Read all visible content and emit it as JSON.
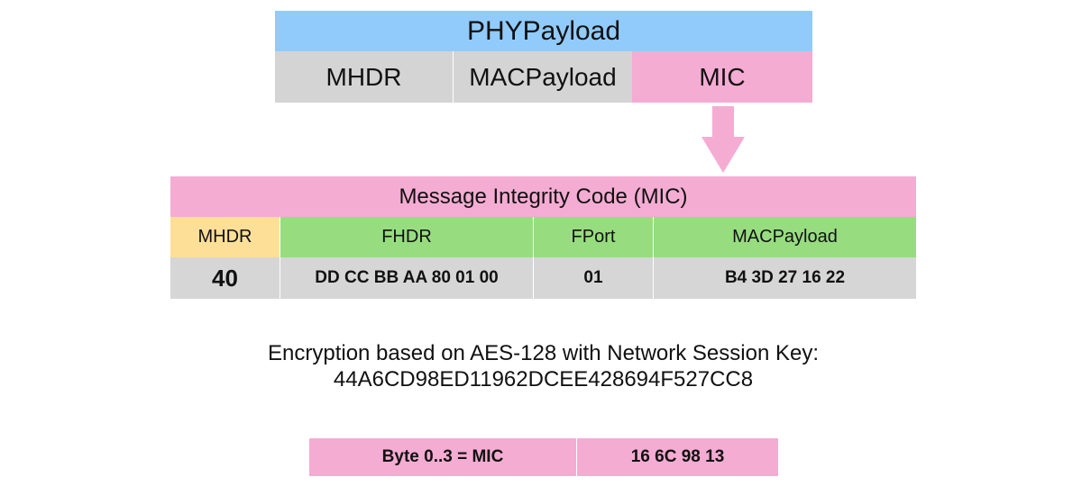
{
  "phy_payload": {
    "title": "PHYPayload",
    "fields": {
      "mhdr": "MHDR",
      "macpayload": "MACPayload",
      "mic": "MIC"
    }
  },
  "mic_table": {
    "title": "Message Integrity Code (MIC)",
    "headers": {
      "mhdr": "MHDR",
      "fhdr": "FHDR",
      "fport": "FPort",
      "macpayload": "MACPayload"
    },
    "values": {
      "mhdr": "40",
      "fhdr": "DD CC BB AA 80 01 00",
      "fport": "01",
      "macpayload": "B4 3D 27 16 22"
    }
  },
  "encryption": {
    "line1": "Encryption based on AES-128 with Network Session Key:",
    "line2": "44A6CD98ED11962DCEE428694F527CC8"
  },
  "result": {
    "label": "Byte 0..3 = MIC",
    "value": "16 6C 98 13"
  },
  "colors": {
    "blue": "#91cbfb",
    "gray": "#d4d4d4",
    "pink": "#f5acd3",
    "orange": "#fddf97",
    "green": "#97dd80"
  }
}
